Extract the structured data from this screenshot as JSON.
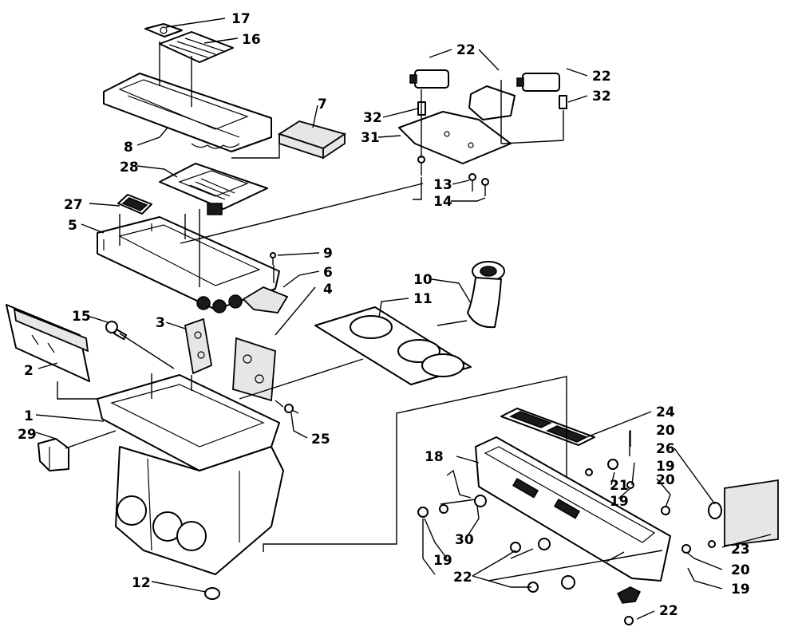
{
  "callouts": [
    {
      "id": "c1",
      "label": "1"
    },
    {
      "id": "c2",
      "label": "2"
    },
    {
      "id": "c3",
      "label": "3"
    },
    {
      "id": "c4",
      "label": "4"
    },
    {
      "id": "c5",
      "label": "5"
    },
    {
      "id": "c6",
      "label": "6"
    },
    {
      "id": "c7",
      "label": "7"
    },
    {
      "id": "c8",
      "label": "8"
    },
    {
      "id": "c9",
      "label": "9"
    },
    {
      "id": "c10",
      "label": "10"
    },
    {
      "id": "c11",
      "label": "11"
    },
    {
      "id": "c12",
      "label": "12"
    },
    {
      "id": "c13",
      "label": "13"
    },
    {
      "id": "c14",
      "label": "14"
    },
    {
      "id": "c15",
      "label": "15"
    },
    {
      "id": "c16",
      "label": "16"
    },
    {
      "id": "c17",
      "label": "17"
    },
    {
      "id": "c18",
      "label": "18"
    },
    {
      "id": "c19a",
      "label": "19"
    },
    {
      "id": "c19b",
      "label": "19"
    },
    {
      "id": "c19c",
      "label": "19"
    },
    {
      "id": "c19d",
      "label": "19"
    },
    {
      "id": "c20a",
      "label": "20"
    },
    {
      "id": "c20b",
      "label": "20"
    },
    {
      "id": "c20c",
      "label": "20"
    },
    {
      "id": "c21",
      "label": "21"
    },
    {
      "id": "c22a",
      "label": "22"
    },
    {
      "id": "c22b",
      "label": "22"
    },
    {
      "id": "c22c",
      "label": "22"
    },
    {
      "id": "c22d",
      "label": "22"
    },
    {
      "id": "c23",
      "label": "23"
    },
    {
      "id": "c24",
      "label": "24"
    },
    {
      "id": "c25",
      "label": "25"
    },
    {
      "id": "c26",
      "label": "26"
    },
    {
      "id": "c27",
      "label": "27"
    },
    {
      "id": "c28",
      "label": "28"
    },
    {
      "id": "c29",
      "label": "29"
    },
    {
      "id": "c30",
      "label": "30"
    },
    {
      "id": "c31",
      "label": "31"
    },
    {
      "id": "c32a",
      "label": "32"
    },
    {
      "id": "c32b",
      "label": "32"
    }
  ]
}
